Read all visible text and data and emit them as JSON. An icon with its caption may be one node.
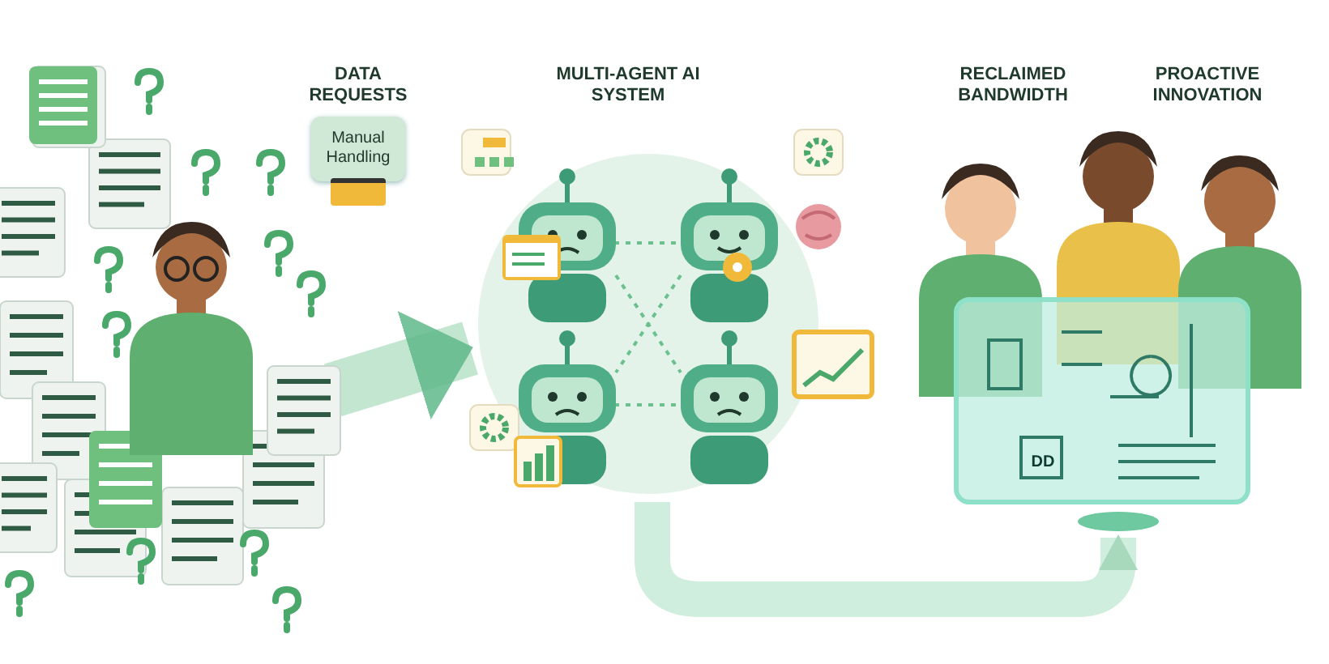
{
  "diagram": {
    "nodes": [
      {
        "text": [],
        "shape": "picture"
      },
      {
        "text": [
          "Manual Handling"
        ]
      },
      {
        "text": [],
        "shape": "picture"
      },
      {
        "text": [],
        "shape": "picture"
      }
    ],
    "edges": [
      {
        "from": 0,
        "to": 2,
        "arrow": "to"
      },
      {
        "from": 2,
        "to": 3,
        "arrow": "to"
      }
    ],
    "labels": [
      "DATA REQUESTS",
      "MULTI-AGENT AI SYSTEM",
      "RECLAIMED BANDWIDTH",
      "PROACTIVE INNOVATION",
      "DD"
    ]
  }
}
